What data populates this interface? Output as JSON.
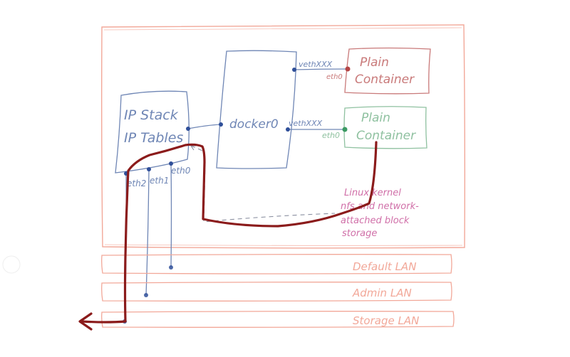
{
  "colors": {
    "host": "#f2a899",
    "blue": "#6f86b5",
    "blue_dot": "#2f4f99",
    "red": "#c97a7a",
    "red_dot": "#b54545",
    "green": "#8fc1a0",
    "green_dot": "#3b9a62",
    "purple": "#d06fa8",
    "maroon": "#8b1b1b",
    "gray": "#8a8fa0"
  },
  "diagram": {
    "ip_stack": {
      "line1": "IP Stack",
      "line2": "IP Tables"
    },
    "bridge": {
      "label": "docker0"
    },
    "container_top": {
      "line1": "Plain",
      "line2": "Container",
      "veth": "vethXXX",
      "eth": "eth0"
    },
    "container_bottom": {
      "line1": "Plain",
      "line2": "Container",
      "veth": "vethXXX",
      "eth": "eth0"
    },
    "interfaces": {
      "eth2": "eth2",
      "eth1": "eth1",
      "eth0": "eth0"
    },
    "kernel_note": {
      "line1": "Linux kernel",
      "line2": "nfs and network-",
      "line3": "attached block",
      "line4": "storage"
    },
    "lans": {
      "default": "Default LAN",
      "admin": "Admin LAN",
      "storage": "Storage LAN"
    }
  }
}
